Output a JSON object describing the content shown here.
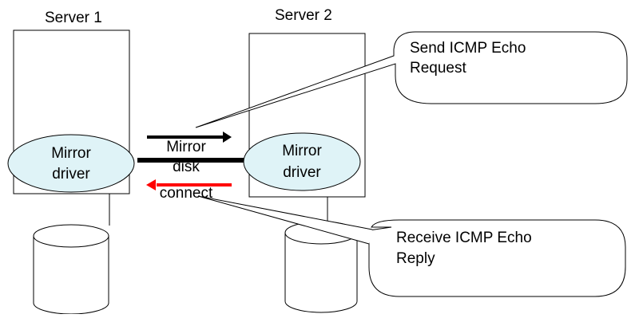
{
  "servers": [
    {
      "title": "Server 1",
      "driver_line1": "Mirror",
      "driver_line2": "driver"
    },
    {
      "title": "Server 2",
      "driver_line1": "Mirror",
      "driver_line2": "driver"
    }
  ],
  "connection_label": {
    "line1": "Mirror",
    "line2": "disk",
    "line3": "connect"
  },
  "callouts": {
    "send": {
      "line1": "Send ICMP Echo",
      "line2": "Request"
    },
    "receive": {
      "line1": "Receive ICMP Echo",
      "line2": "Reply"
    }
  },
  "colors": {
    "driver_fill": "#dff3f7",
    "request_arrow": "#000000",
    "reply_arrow": "#ff0000"
  }
}
